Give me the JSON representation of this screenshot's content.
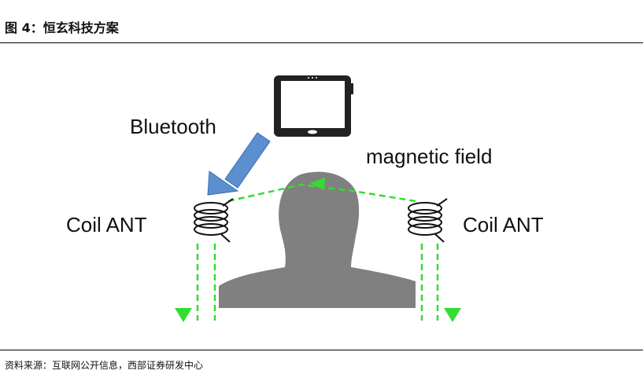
{
  "title": "图 4：恒玄科技方案",
  "source": "资料来源：互联网公开信息，西部证券研发中心",
  "labels": {
    "bluetooth": "Bluetooth",
    "magnetic_field": "magnetic field",
    "coil_left": "Coil ANT",
    "coil_right": "Coil ANT"
  },
  "colors": {
    "field_line": "#33dd33",
    "arrow_blue": "#5b8fd0",
    "head": "#808080",
    "device": "#222222"
  },
  "icons": [
    "tablet-icon",
    "head-silhouette-icon",
    "coil-icon"
  ]
}
